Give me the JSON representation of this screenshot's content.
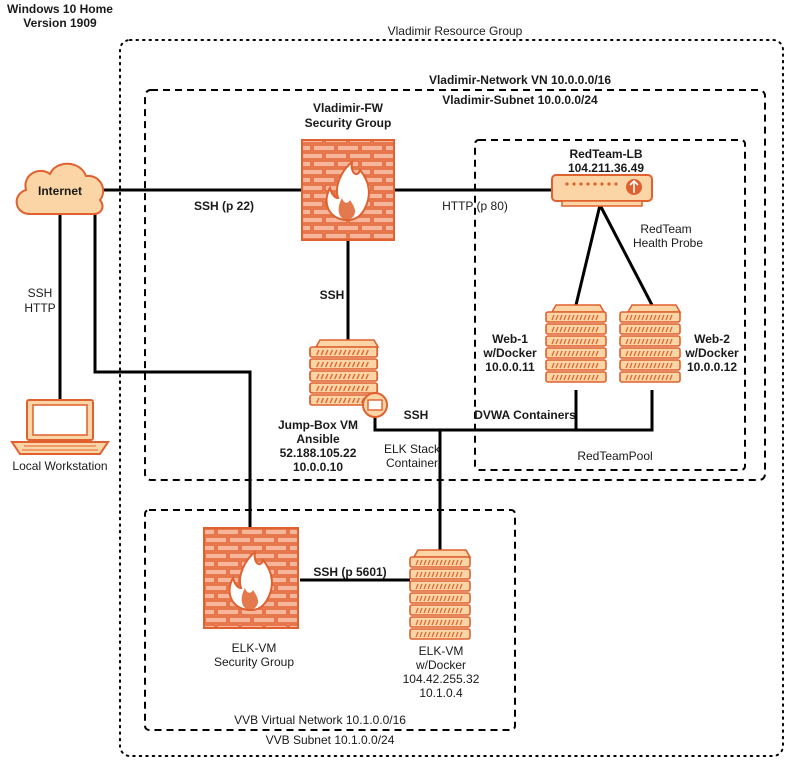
{
  "os": {
    "line1": "Windows 10 Home",
    "line2": "Version 1909"
  },
  "groups": {
    "resource_group": "Vladimir Resource Group",
    "network": "Vladimir-Network VN 10.0.0.0/16",
    "subnet": "Vladimir-Subnet 10.0.0.0/24",
    "vvb_network": "VVB Virtual Network 10.1.0.0/16",
    "vvb_subnet": "VVB Subnet 10.1.0.0/24",
    "pool": "RedTeamPool"
  },
  "nodes": {
    "internet": {
      "label": "Internet"
    },
    "local_workstation": {
      "label": "Local Workstation"
    },
    "vladimir_fw": {
      "line1": "Vladimir-FW",
      "line2": "Security Group"
    },
    "lb": {
      "line1": "RedTeam-LB",
      "line2": "104.211.36.49"
    },
    "health_probe": {
      "line1": "RedTeam",
      "line2": "Health Probe"
    },
    "web1": {
      "line1": "Web-1",
      "line2": "w/Docker",
      "line3": "10.0.0.11"
    },
    "web2": {
      "line1": "Web-2",
      "line2": "w/Docker",
      "line3": "10.0.0.12"
    },
    "jumpbox": {
      "line1": "Jump-Box VM",
      "line2": "Ansible",
      "line3": "52.188.105.22",
      "line4": "10.0.0.10"
    },
    "elk_container": {
      "line1": "ELK Stack",
      "line2": "Container"
    },
    "dvwa": {
      "label": "DVWA Containers"
    },
    "elk_fw": {
      "line1": "ELK-VM",
      "line2": "Security Group"
    },
    "elk_vm": {
      "line1": "ELK-VM",
      "line2": "w/Docker",
      "line3": "104.42.255.32",
      "line4": "10.1.0.4"
    }
  },
  "edges": {
    "internet_fw": "SSH (p 22)",
    "fw_lb": "HTTP (p 80)",
    "fw_jumpbox": "SSH",
    "internet_workstation_1": "SSH",
    "internet_workstation_2": "HTTP",
    "jumpbox_webs": "SSH",
    "elkfw_elkvm": "SSH (p 5601)"
  },
  "colors": {
    "brick_fill": "#f5a98a",
    "brick_line": "#e0612f",
    "device_fill": "#fbd5a5",
    "device_line": "#e0612f",
    "wire": "#000000"
  }
}
